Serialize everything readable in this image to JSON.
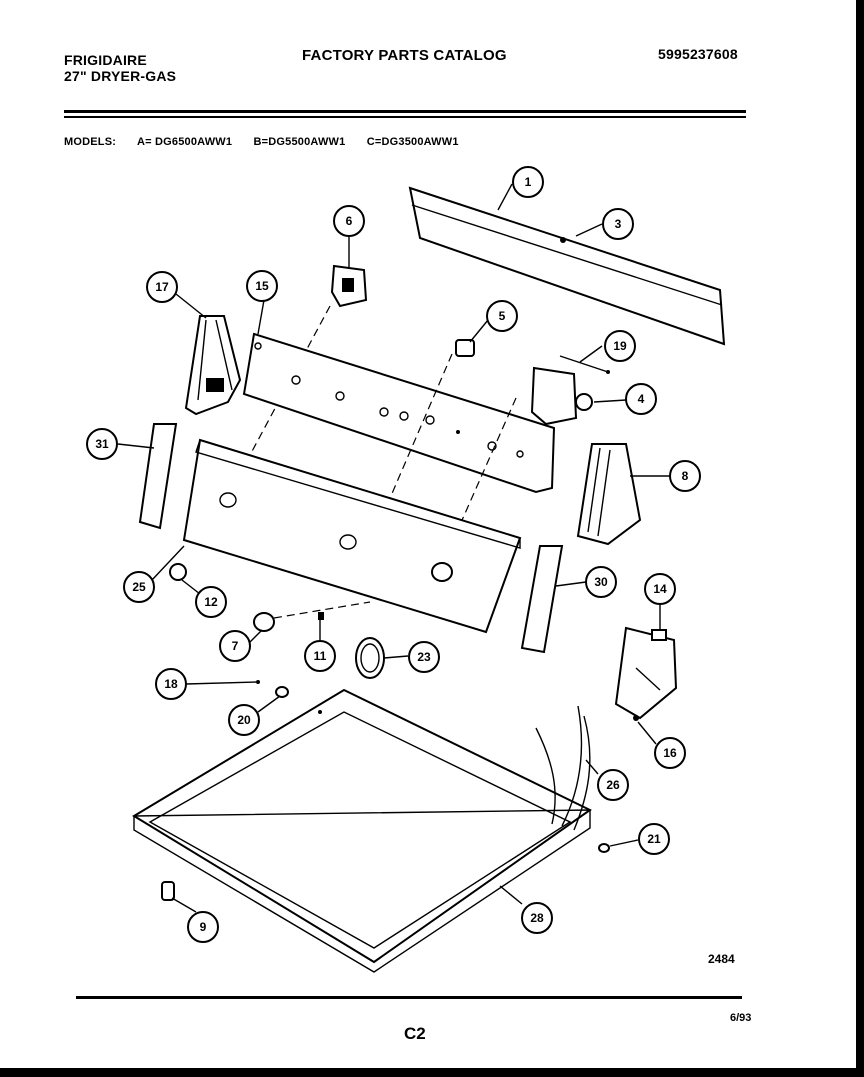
{
  "header": {
    "brand": "FRIGIDAIRE",
    "product": "27\" DRYER-GAS",
    "catalog_title": "FACTORY PARTS CATALOG",
    "catalog_number": "5995237608"
  },
  "models": {
    "label": "MODELS:",
    "a": "A= DG6500AWW1",
    "b": "B=DG5500AWW1",
    "c": "C=DG3500AWW1"
  },
  "callouts": [
    "1",
    "3",
    "6",
    "17",
    "15",
    "5",
    "19",
    "4",
    "31",
    "8",
    "25",
    "12",
    "30",
    "14",
    "7",
    "11",
    "23",
    "18",
    "20",
    "16",
    "26",
    "21",
    "9",
    "28"
  ],
  "footer": {
    "diagram_number": "2484",
    "page": "C2",
    "date": "6/93"
  }
}
